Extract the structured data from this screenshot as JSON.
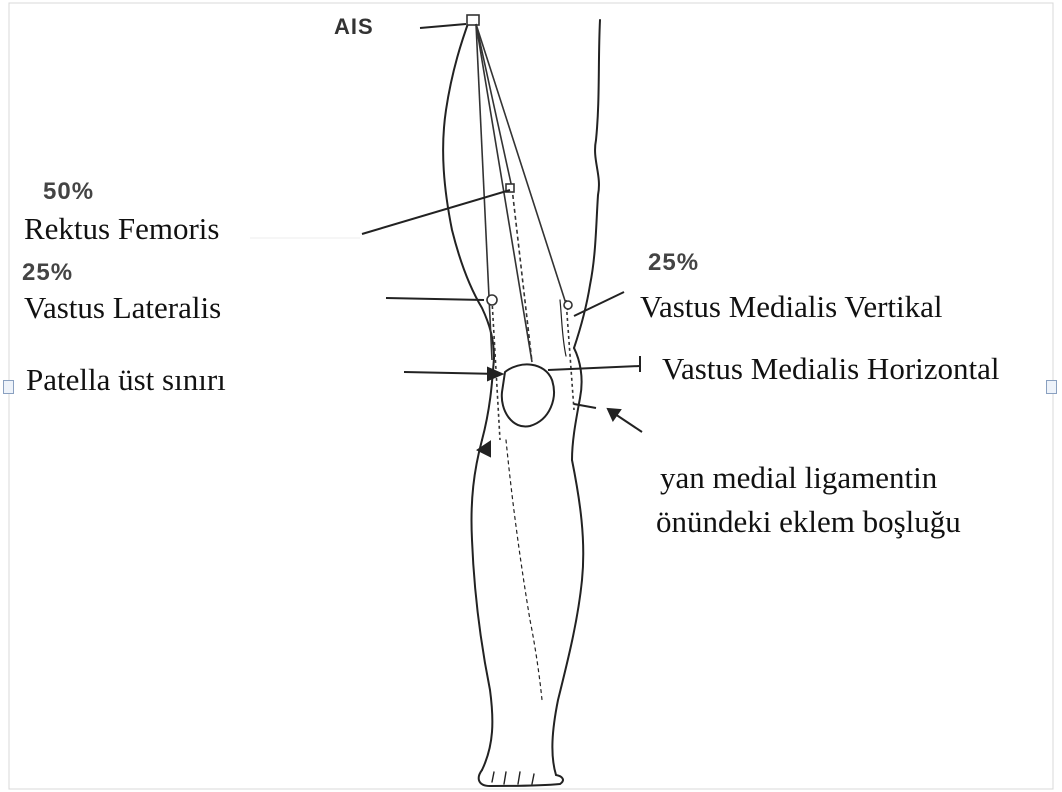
{
  "labels": {
    "ais": "AIS",
    "rektus_pct": "50%",
    "rektus": "Rektus Femoris",
    "lateralis_pct": "25%",
    "lateralis": "Vastus Lateralis",
    "patella": "Patella üst sınırı",
    "medialis_pct": "25%",
    "medialis_vertikal": "Vastus Medialis Vertikal",
    "medialis_horizontal": "Vastus Medialis Horizontal",
    "ligament_line1": "yan medial ligamentin",
    "ligament_line2": "önündeki eklem boşluğu"
  }
}
